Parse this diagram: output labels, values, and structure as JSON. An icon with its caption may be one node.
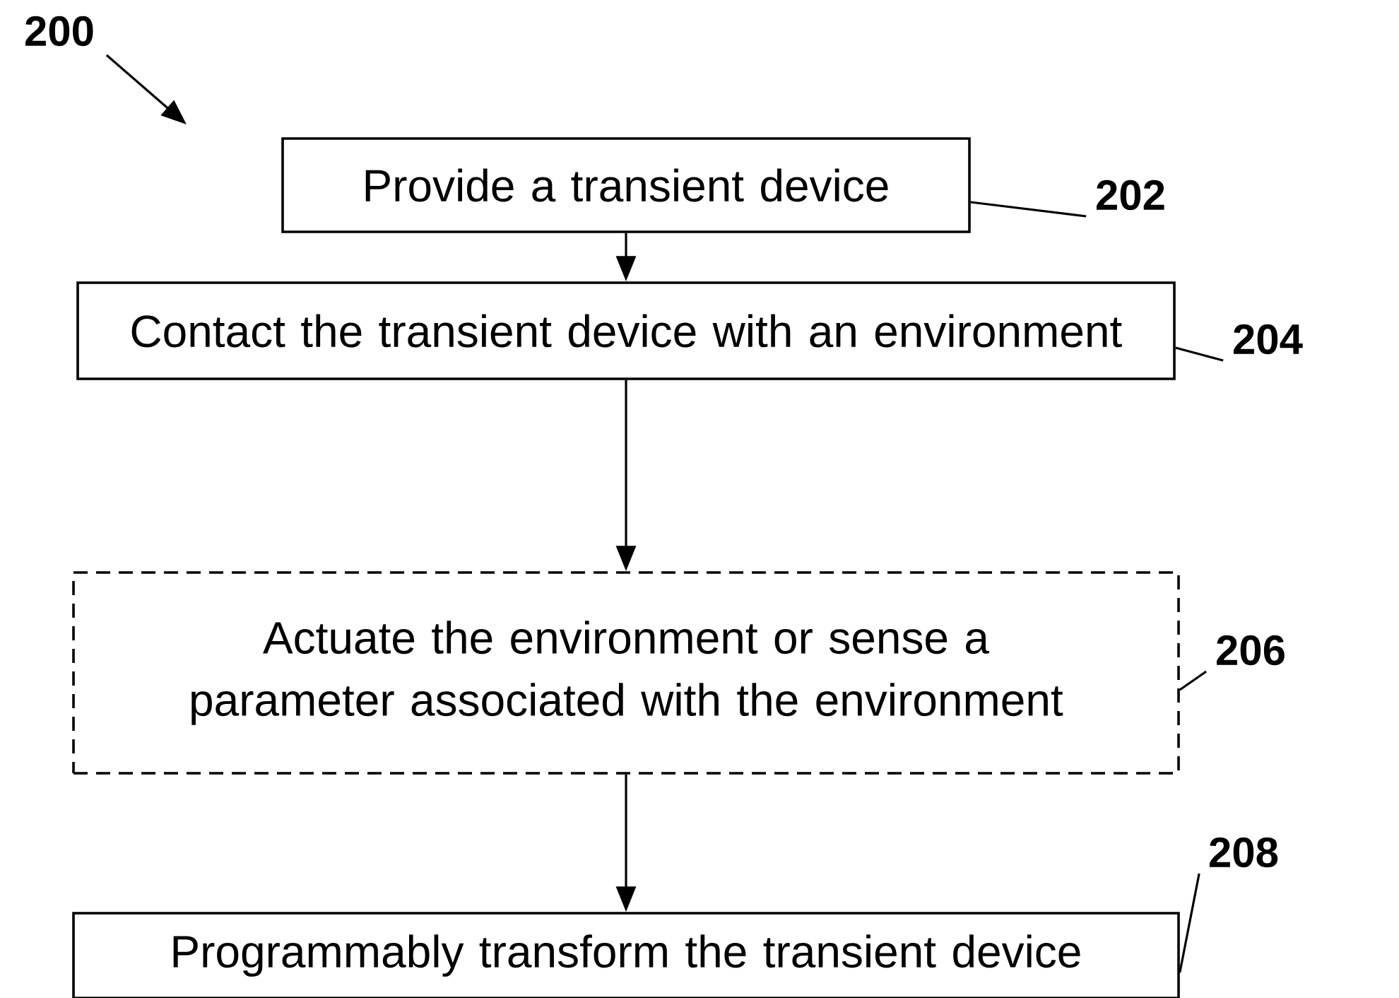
{
  "diagram": {
    "nodes": [
      {
        "text": [
          "Provide a transient device"
        ]
      },
      {
        "text": [
          "Contact the transient device with an environment"
        ]
      },
      {
        "text": [
          "Actuate the environment or sense a parameter associated with the environment"
        ]
      },
      {
        "text": [
          "Programmably transform the transient device"
        ]
      },
      {
        "text": [
          "200"
        ]
      },
      {
        "text": [
          "202"
        ]
      },
      {
        "text": [
          "204"
        ]
      },
      {
        "text": [
          "206"
        ]
      },
      {
        "text": [
          "208"
        ]
      }
    ],
    "edges": [
      {
        "from": 0,
        "to": 1,
        "arrow": "to"
      },
      {
        "from": 1,
        "to": 2,
        "arrow": "to"
      },
      {
        "from": 2,
        "to": 3,
        "arrow": "to"
      },
      {
        "from": 4,
        "to": null,
        "arrow": "to"
      },
      {
        "from": 5,
        "to": 0,
        "arrow": "none"
      },
      {
        "from": 6,
        "to": 1,
        "arrow": "none"
      },
      {
        "from": 7,
        "to": 2,
        "arrow": "none"
      },
      {
        "from": 8,
        "to": 3,
        "arrow": "none"
      }
    ]
  }
}
